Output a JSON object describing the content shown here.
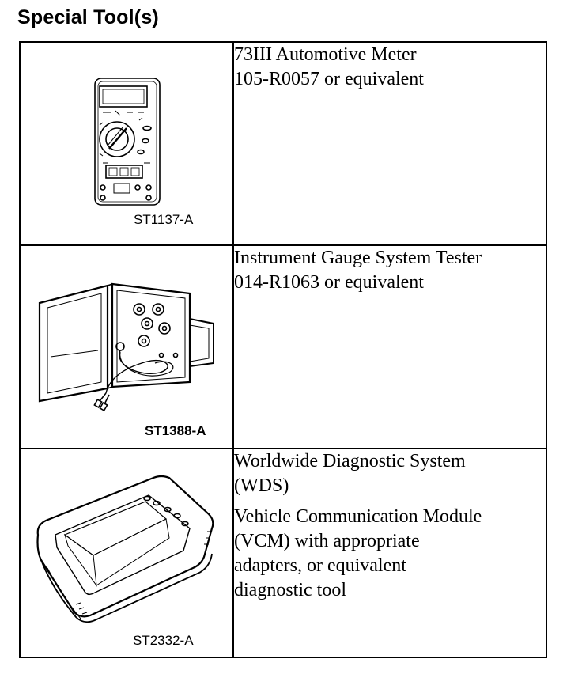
{
  "title": "Special Tool(s)",
  "tools": [
    {
      "figure_id": "ST1137-A",
      "paragraphs": [
        [
          "73III Automotive Meter",
          "105-R0057 or equivalent"
        ]
      ]
    },
    {
      "figure_id": "ST1388-A",
      "paragraphs": [
        [
          "Instrument Gauge System Tester",
          "014-R1063 or equivalent"
        ]
      ]
    },
    {
      "figure_id": "ST2332-A",
      "paragraphs": [
        [
          "Worldwide Diagnostic System",
          "(WDS)"
        ],
        [
          "Vehicle Communication Module",
          "(VCM) with appropriate",
          "adapters, or equivalent",
          "diagnostic tool"
        ]
      ]
    }
  ]
}
